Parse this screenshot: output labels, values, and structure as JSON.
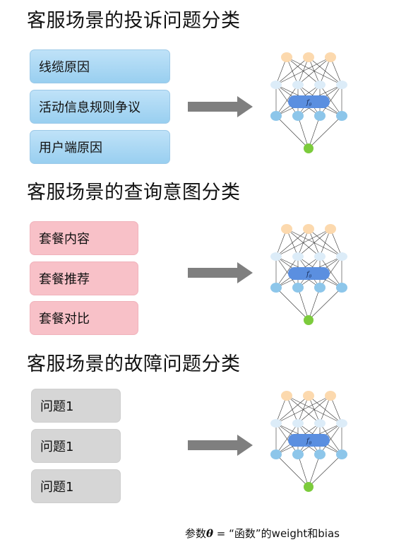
{
  "sections": [
    {
      "title": "客服场景的投诉问题分类",
      "color": "blue",
      "items": [
        "线缆原因",
        "活动信息规则争议",
        "用户端原因"
      ]
    },
    {
      "title": "客服场景的查询意图分类",
      "color": "pink",
      "items": [
        "套餐内容",
        "套餐推荐",
        "套餐对比"
      ]
    },
    {
      "title": "客服场景的故障问题分类",
      "color": "gray",
      "items": [
        "问题1",
        "问题1",
        "问题1"
      ]
    }
  ],
  "network": {
    "hidden_label": "f",
    "hidden_subscript": "θ"
  },
  "footnote": {
    "prefix": "参数",
    "symbol": "θ",
    "rest": " = “函数”的weight和bias"
  },
  "colors": {
    "input_node": "#fcd9ae",
    "upper_hidden_node": "#dcecf8",
    "lower_hidden_node": "#8dc6ea",
    "center_hidden": "#5b8fe0",
    "output_node": "#7ccb3c",
    "arrow": "#7f7f7f"
  }
}
